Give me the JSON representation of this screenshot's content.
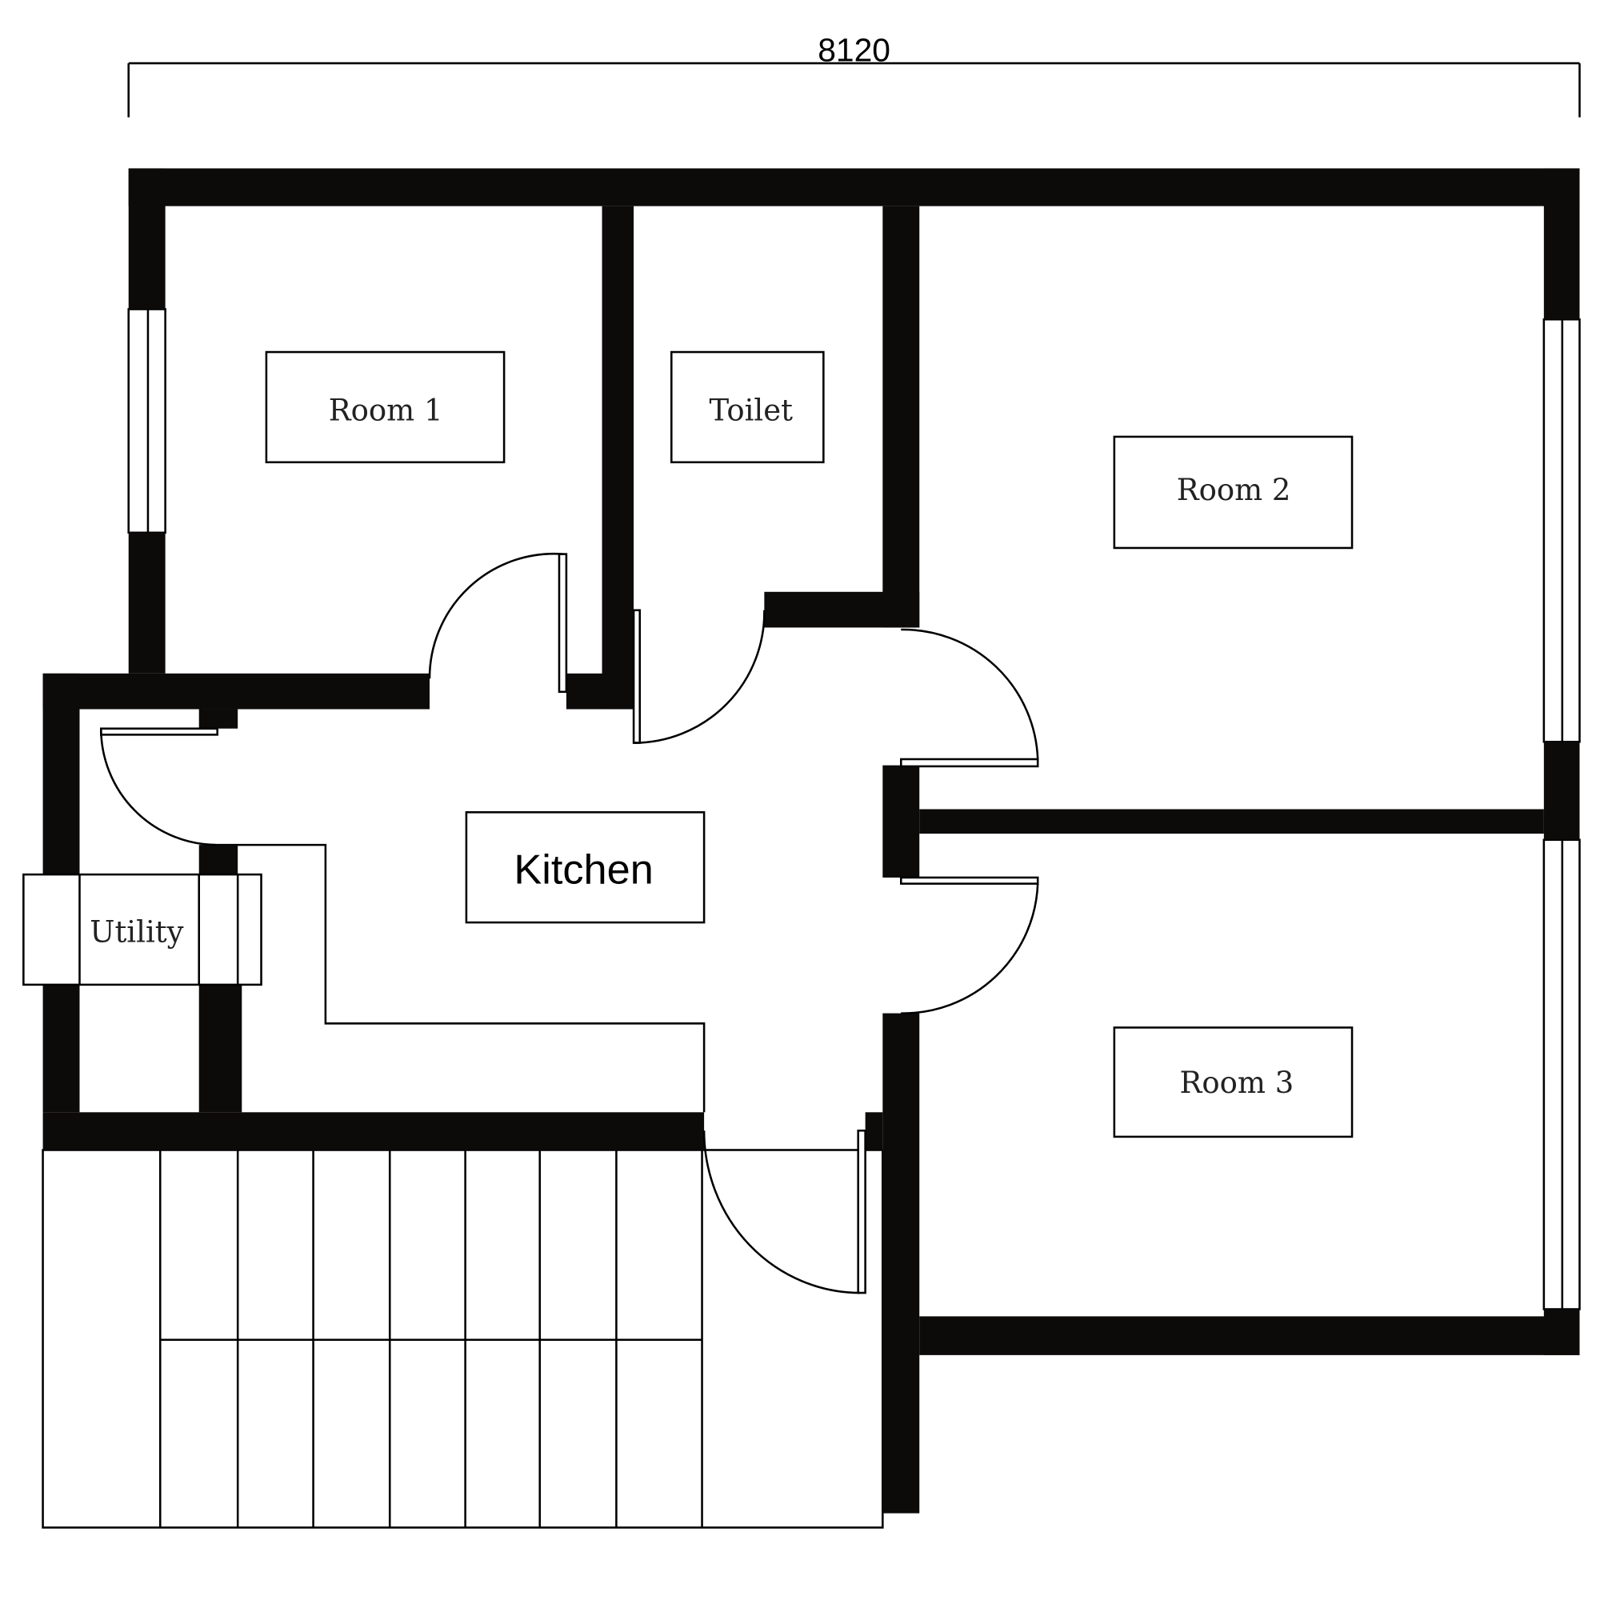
{
  "dimension": {
    "label": "8120"
  },
  "rooms": {
    "room1": "Room 1",
    "toilet": "Toilet",
    "room2": "Room 2",
    "kitchen": "Kitchen",
    "utility": "Utility",
    "room3": "Room 3"
  },
  "colors": {
    "wall": "#0d0a0a",
    "line": "#000000",
    "background": "#ffffff"
  }
}
